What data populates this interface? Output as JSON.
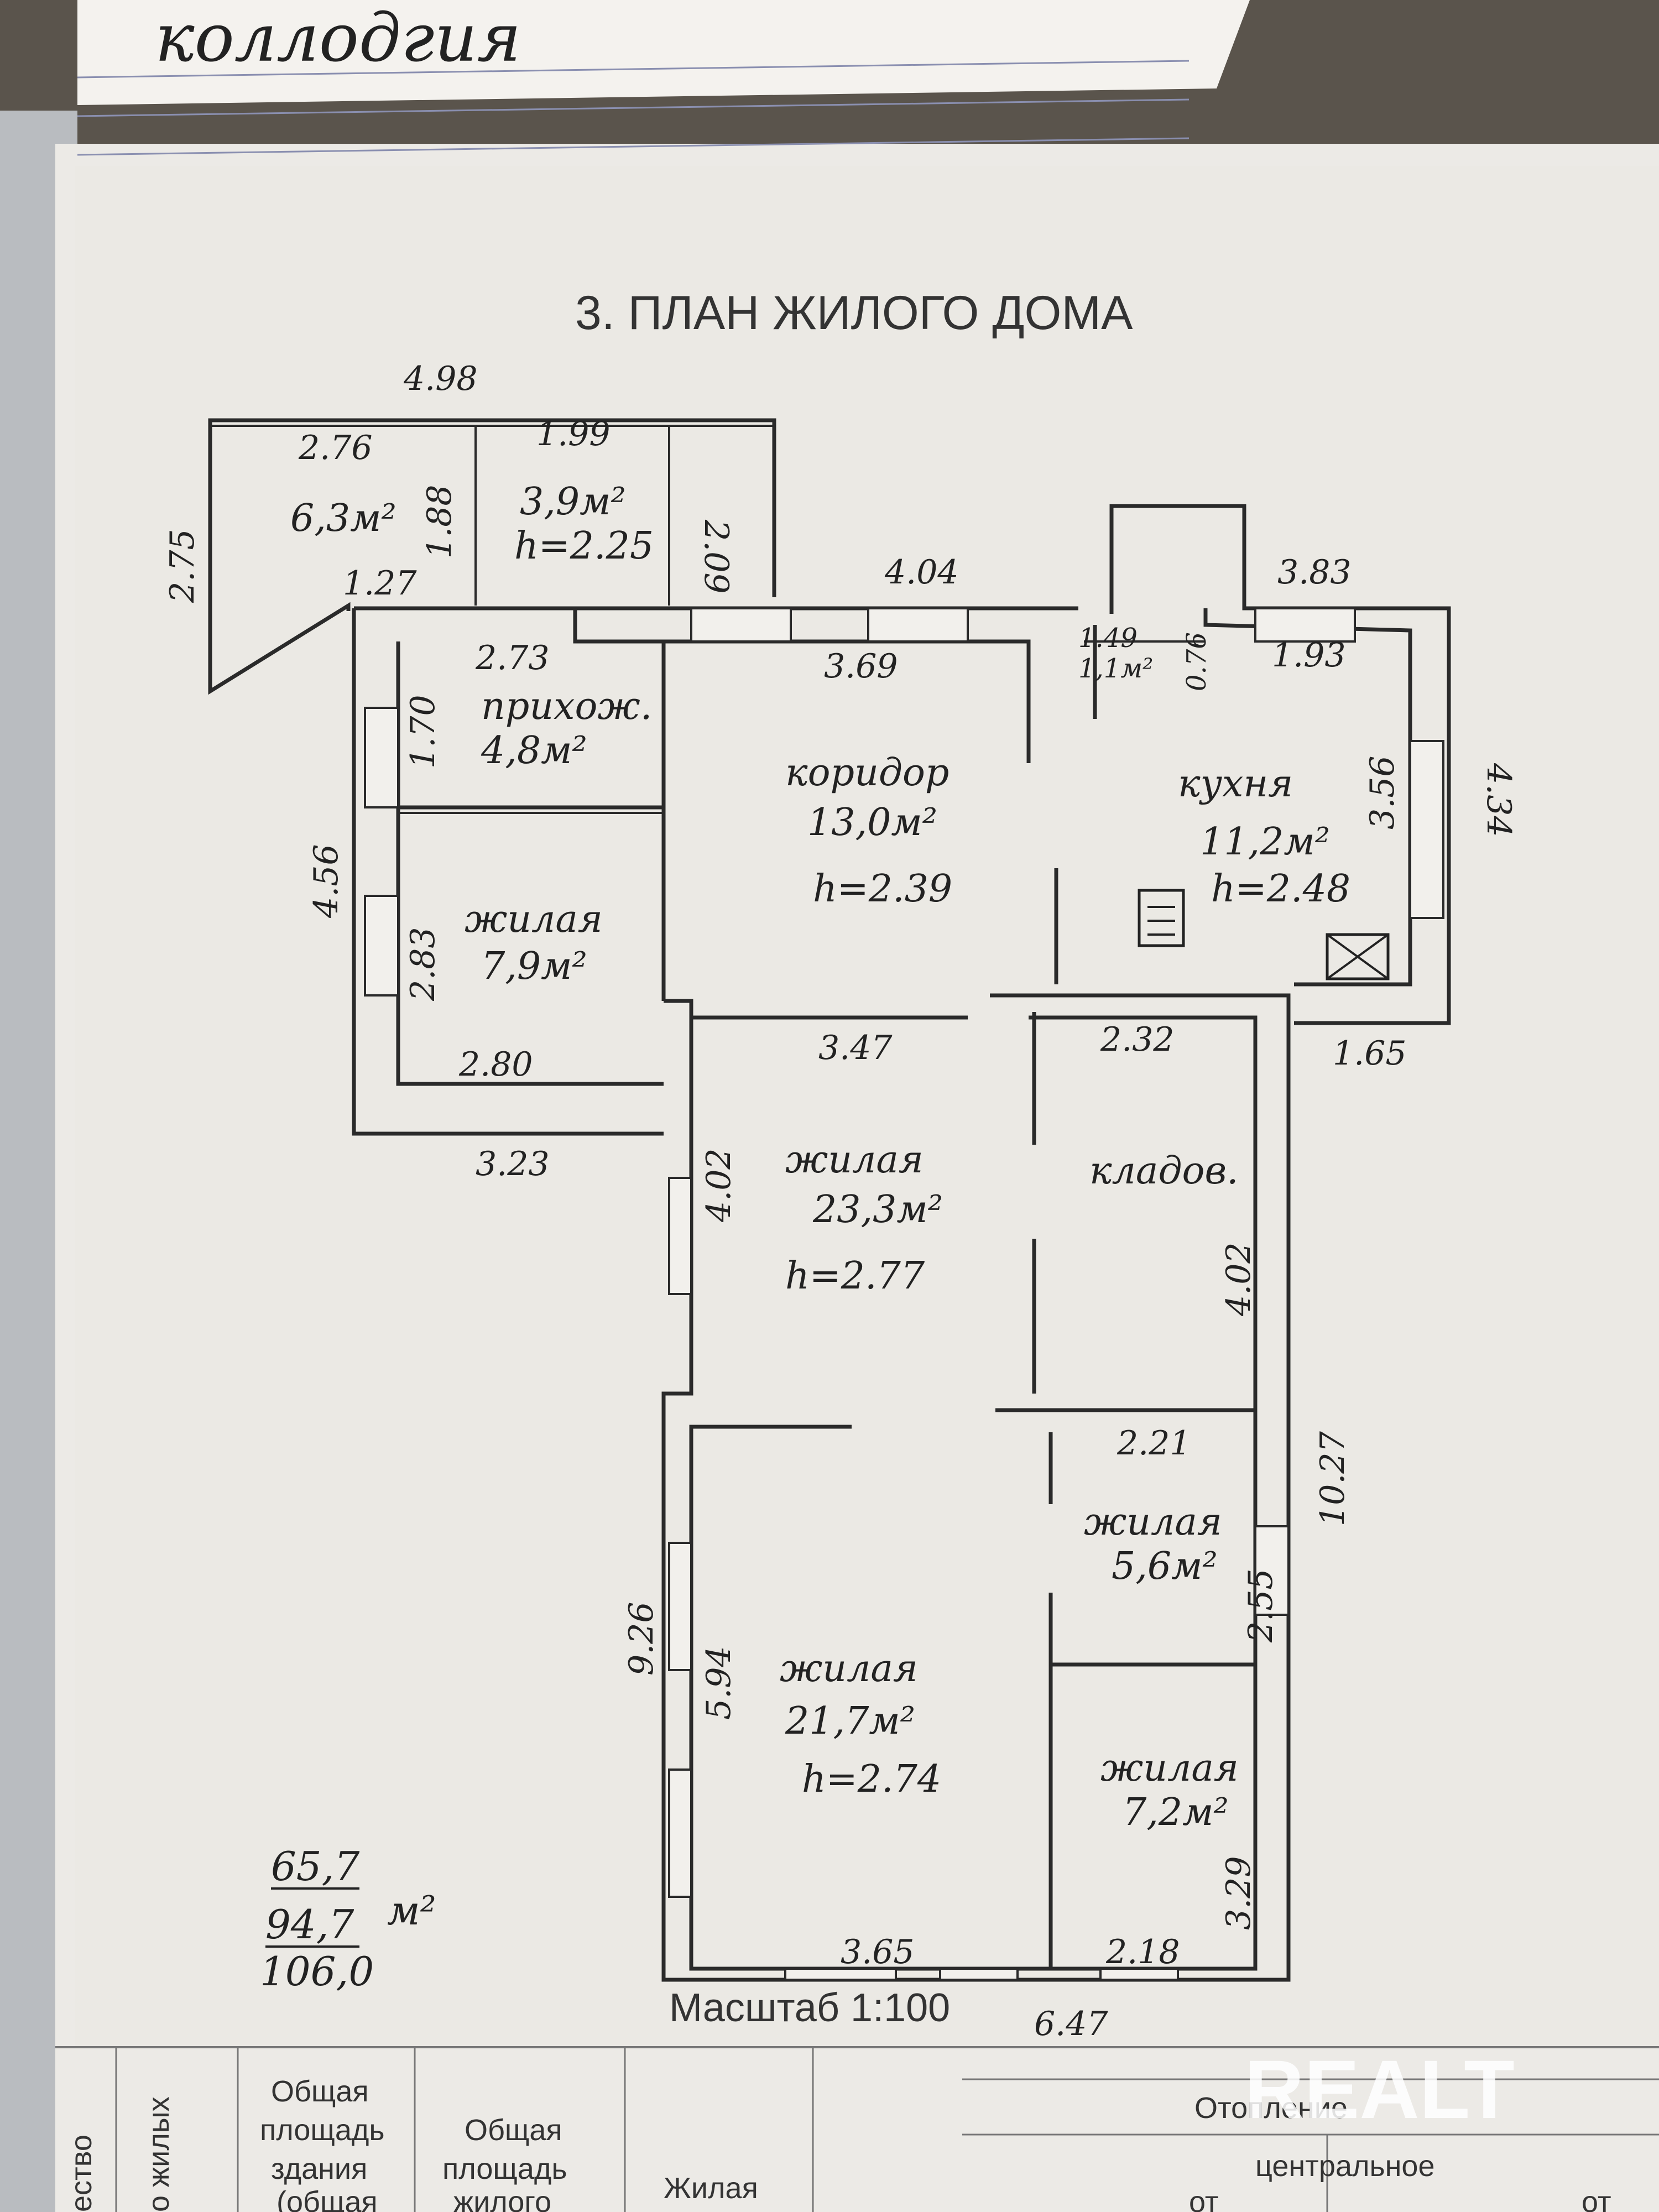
{
  "title": "3. ПЛАН ЖИЛОГО ДОМА",
  "notes": {
    "scribble": "коллодгия"
  },
  "rooms": [
    {
      "area": "6,3м²"
    },
    {
      "area": "3,9м²",
      "height": "h=2.25"
    },
    {
      "name": "прихож.",
      "area": "4,8м²"
    },
    {
      "name": "коридор",
      "area": "13,0м²",
      "height": "h=2.39"
    },
    {
      "name": "кухня",
      "area": "11,2м²",
      "height": "h=2.48"
    },
    {
      "area": "1,1м²"
    },
    {
      "name": "жилая",
      "area": "7,9м²"
    },
    {
      "name": "жилая",
      "area": "23,3м²",
      "height": "h=2.77"
    },
    {
      "name": "кладов."
    },
    {
      "name": "жилая",
      "area": "5,6м²"
    },
    {
      "name": "жилая",
      "area": "21,7м²",
      "height": "h=2.74"
    },
    {
      "name": "жилая",
      "area": "7,2м²"
    }
  ],
  "dims": [
    "4.98",
    "2.76",
    "1.99",
    "4.04",
    "3.83",
    "1.27",
    "2.73",
    "3.69",
    "1.93",
    "1.49",
    "3.47",
    "2.32",
    "1.65",
    "2.80",
    "3.23",
    "2.21",
    "3.65",
    "2.18",
    "6.47",
    "2.75",
    "1.88",
    "2.09",
    "0.76",
    "1.70",
    "4.56",
    "2.83",
    "3.56",
    "4.34",
    "4.02",
    "4.02",
    "10.27",
    "2.55",
    "9.26",
    "5.94",
    "3.29"
  ],
  "totals": {
    "living": "65,7",
    "house": "94,7",
    "unit": "м²",
    "building": "106,0"
  },
  "scale": "Масштаб 1:100",
  "table": {
    "col1": "ество",
    "col2": "о жилых",
    "col3": [
      "Общая",
      "площадь",
      "здания",
      "(общая"
    ],
    "col4": [
      "Общая",
      "площадь",
      "жилого"
    ],
    "col5": "Жилая",
    "heating": "Отопление",
    "heating_type": "центральное",
    "from1": "от",
    "from2": "от"
  },
  "watermark": "REALT"
}
